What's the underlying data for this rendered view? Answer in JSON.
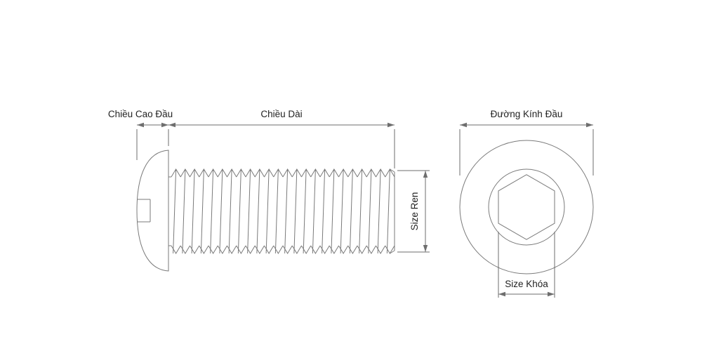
{
  "diagram": {
    "title": "button-head-socket-screw-dimension-drawing",
    "background_color": "#ffffff",
    "line_color": "#7a7a7a",
    "text_color": "#222222",
    "labels": {
      "head_height": "Chiều Cao Đầu",
      "length": "Chiều Dài",
      "thread_size": "Size Ren",
      "head_diameter": "Đường Kính Đầu",
      "key_size": "Size Khóa"
    }
  }
}
